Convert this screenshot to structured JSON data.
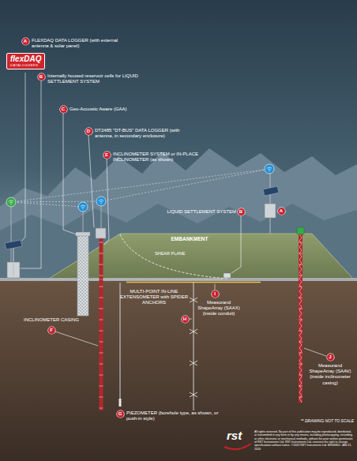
{
  "diagram": {
    "nodes": [
      {
        "text": [
          "A",
          "FLEXDAQ DATA LOGGER (with external antenna & solar panel)"
        ]
      },
      {
        "text": [
          "flexDAQ",
          "DATALOGGERS"
        ]
      },
      {
        "text": [
          "B",
          "Internally housed reservoir cells for LIQUID SETTLEMENT SYSTEM"
        ]
      },
      {
        "text": [
          "C",
          "Geo-Acoustic Aware (GAA)"
        ]
      },
      {
        "text": [
          "D",
          "DT2485 \"DT-BUS\" DATA LOGGER (with antenna, in secondary enclosure)"
        ]
      },
      {
        "text": [
          "E",
          "INCLINOMETER SYSTEM or IN-PLACE INCLINOMETER (as shown)"
        ]
      },
      {
        "text": [
          "LIQUID SETTLEMENT SYSTEM",
          "B"
        ]
      },
      {
        "text": [
          "A"
        ]
      },
      {
        "text": [
          "MULTI-POINT IN-LINE EXTENSOMETER with SPIDER ANCHORS",
          "H"
        ]
      },
      {
        "text": [
          "I",
          "Measurand ShapeArray (SAAX) (inside conduit)"
        ]
      },
      {
        "text": [
          "INCLINOMETER CASING",
          "F"
        ]
      },
      {
        "text": [
          "J",
          "Measurand ShapeArray (SAAV) (inside inclinometer casing)"
        ]
      },
      {
        "text": [
          "G",
          "PIEZOMETER (borehole type, as shown, or push-in style)"
        ]
      }
    ],
    "labels": [
      "EMBANKMENT",
      "SHEAR PLANE",
      "** DRAWING NOT TO SCALE",
      "rst",
      "All rights reserved. No part of this publication may be reproduced, distributed, or transmitted in any form or by any means, including photocopying, recording, or other electronic or mechanical methods, without the prior written permission of RST Instruments Ltd. RST Instruments Ltd. reserves the right to change specifications without notice. ©2020 RST Instruments Ltd. MG0680C JAN 21, 2020"
    ]
  }
}
